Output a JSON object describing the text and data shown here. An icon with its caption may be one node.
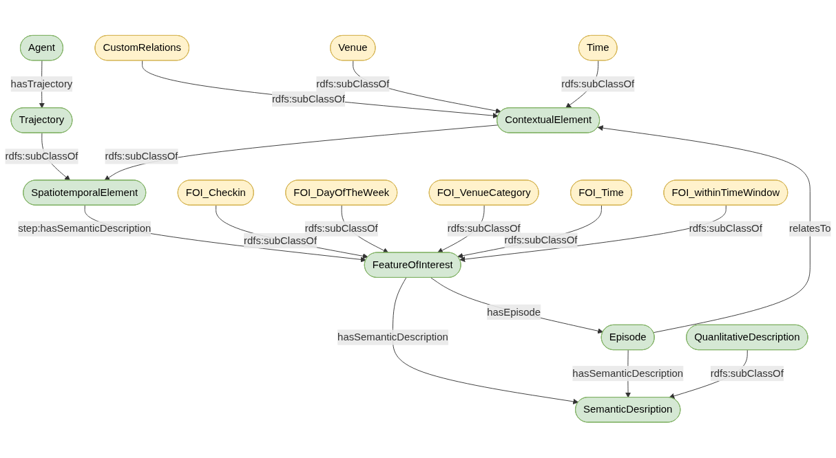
{
  "diagram": {
    "nodes": [
      {
        "text": [
          "CustomRelations"
        ]
      },
      {
        "text": [
          "Venue"
        ]
      },
      {
        "text": [
          "Time"
        ]
      },
      {
        "text": [
          "Agent"
        ]
      },
      {
        "text": [
          "SpatiotemporalElement"
        ]
      },
      {
        "text": [
          "ContextualElement"
        ]
      },
      {
        "text": [
          "FOI_Checkin"
        ]
      },
      {
        "text": [
          "Trajectory"
        ]
      },
      {
        "text": [
          "FOI_DayOfTheWeek"
        ]
      },
      {
        "text": [
          "FeatureOfInterest"
        ]
      },
      {
        "text": [
          "FOI_VenueCategory"
        ]
      },
      {
        "text": [
          "SemanticDesription"
        ]
      },
      {
        "text": [
          "FOI_Time"
        ]
      },
      {
        "text": [
          "FOI_withinTimeWindow"
        ]
      },
      {
        "text": [
          "QuanlitativeDescription"
        ]
      },
      {
        "text": [
          "Episode"
        ]
      }
    ],
    "edges": [
      {
        "from": 0,
        "to": 5,
        "arrow": "to",
        "label": "rdfs:subClassOf"
      },
      {
        "from": 1,
        "to": 5,
        "arrow": "to",
        "label": "rdfs:subClassOf"
      },
      {
        "from": 2,
        "to": 5,
        "arrow": "to",
        "label": "rdfs:subClassOf"
      },
      {
        "from": 3,
        "to": 7,
        "arrow": "to",
        "label": "hasTrajectory"
      },
      {
        "from": 7,
        "to": 4,
        "arrow": "to",
        "label": "rdfs:subClassOf"
      },
      {
        "from": 5,
        "to": 4,
        "arrow": "to",
        "label": "rdfs:subClassOf"
      },
      {
        "from": 4,
        "to": 9,
        "arrow": "to",
        "label": "step:hasSemanticDescription"
      },
      {
        "from": 6,
        "to": 9,
        "arrow": "to",
        "label": "rdfs:subClassOf"
      },
      {
        "from": 8,
        "to": 9,
        "arrow": "to",
        "label": "rdfs:subClassOf"
      },
      {
        "from": 10,
        "to": 9,
        "arrow": "to",
        "label": "rdfs:subClassOf"
      },
      {
        "from": 12,
        "to": 9,
        "arrow": "to",
        "label": "rdfs:subClassOf"
      },
      {
        "from": 13,
        "to": 9,
        "arrow": "to",
        "label": "rdfs:subClassOf"
      },
      {
        "from": 9,
        "to": 11,
        "arrow": "to",
        "label": "hasSemanticDescription"
      },
      {
        "from": 9,
        "to": 15,
        "arrow": "to",
        "label": "hasEpisode"
      },
      {
        "from": 15,
        "to": 11,
        "arrow": "to",
        "label": "hasSemanticDescription"
      },
      {
        "from": 14,
        "to": 11,
        "arrow": "to",
        "label": "rdfs:subClassOf"
      },
      {
        "from": 15,
        "to": 5,
        "arrow": "to",
        "label": "relatesTo"
      }
    ]
  }
}
